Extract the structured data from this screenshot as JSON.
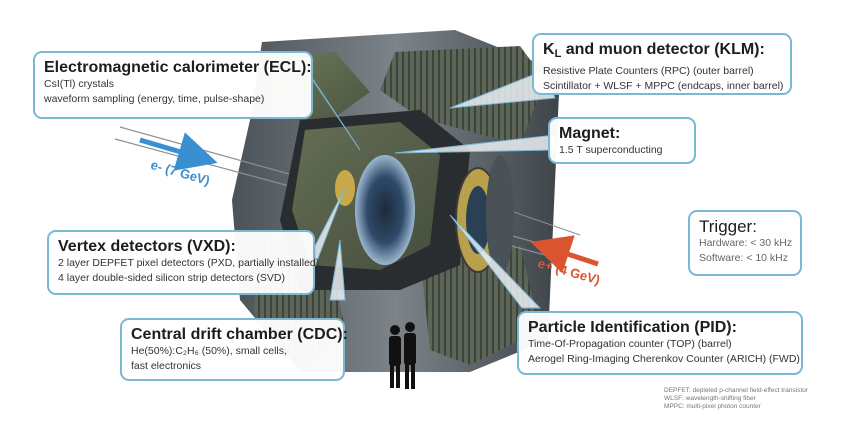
{
  "ecl": {
    "title": "Electromagnetic calorimeter (ECL):",
    "lines": [
      "CsI(Tl) crystals",
      "waveform sampling (energy, time, pulse-shape)"
    ]
  },
  "klm": {
    "title_pre": "K",
    "title_sub": "L",
    "title_post": " and muon detector (KLM):",
    "lines": [
      "Resistive Plate Counters (RPC) (outer barrel)",
      "Scintillator + WLSF + MPPC (endcaps, inner barrel)"
    ]
  },
  "magnet": {
    "title": "Magnet:",
    "lines": [
      "1.5 T superconducting"
    ]
  },
  "trigger": {
    "title": "Trigger:",
    "lines": [
      "Hardware: < 30 kHz",
      "Software: < 10 kHz"
    ]
  },
  "vxd": {
    "title": "Vertex detectors (VXD):",
    "lines": [
      "2 layer DEPFET pixel detectors (PXD, partially installed)",
      "4 layer double-sided silicon strip detectors (SVD)"
    ]
  },
  "cdc": {
    "title": "Central drift chamber (CDC):",
    "lines": [
      "He(50%):C₂H₆ (50%), small cells,",
      "fast electronics"
    ]
  },
  "pid": {
    "title": "Particle Identification (PID):",
    "lines": [
      "Time-Of-Propagation counter (TOP) (barrel)",
      "Aerogel Ring-Imaging Cherenkov Counter (ARICH) (FWD)"
    ]
  },
  "beams": {
    "electron": "e- (7 GeV)",
    "positron": "e+ (4 GeV)"
  },
  "footnotes": [
    "DEPFET: depleted p-channel field-effect transistor",
    "WLSF: wavelength-shifting fiber",
    "MPPC: multi-pixel photon counter"
  ],
  "colors": {
    "box_border": "#7ab8d6",
    "electron_beam": "#3a8fd0",
    "positron_beam": "#d9542f"
  }
}
